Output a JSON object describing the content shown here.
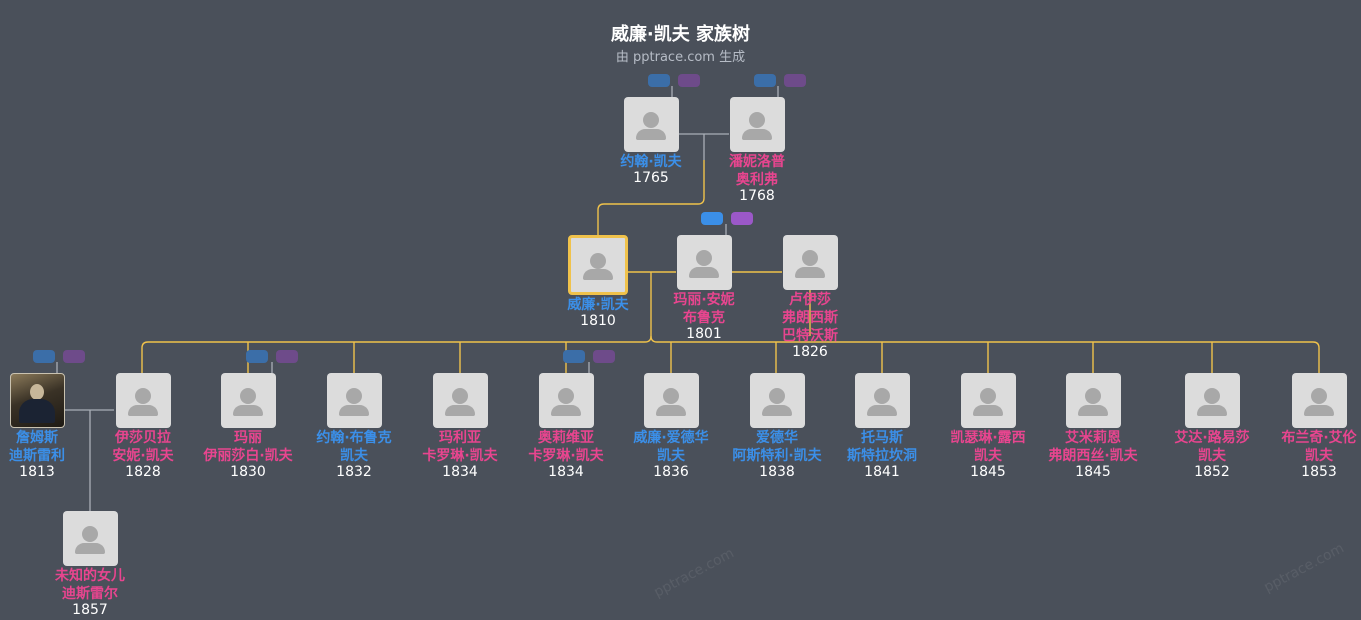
{
  "title": "威廉·凯夫 家族树",
  "subtitle": "由 pptrace.com 生成",
  "watermark": "pptrace.com",
  "people": {
    "p_john": {
      "name": [
        "约翰·凯夫"
      ],
      "year": "1765",
      "gender": "male"
    },
    "p_pan": {
      "name": [
        "潘妮洛普",
        "奥利弗"
      ],
      "year": "1768",
      "gender": "female"
    },
    "p_william": {
      "name": [
        "威廉·凯夫"
      ],
      "year": "1810",
      "gender": "male"
    },
    "p_mary": {
      "name": [
        "玛丽·安妮",
        "布鲁克"
      ],
      "year": "1801",
      "gender": "female"
    },
    "p_lucy": {
      "name": [
        "卢伊莎",
        "弗朗西斯",
        "巴特沃斯"
      ],
      "year": "1826",
      "gender": "female"
    },
    "p_james": {
      "name": [
        "詹姆斯",
        "迪斯雷利"
      ],
      "year": "1813",
      "gender": "male"
    },
    "p_isabella": {
      "name": [
        "伊莎贝拉",
        "安妮·凯夫"
      ],
      "year": "1828",
      "gender": "female"
    },
    "p_maryeliz": {
      "name": [
        "玛丽",
        "伊丽莎白·凯夫"
      ],
      "year": "1830",
      "gender": "female"
    },
    "p_johnb": {
      "name": [
        "约翰·布鲁克",
        "凯夫"
      ],
      "year": "1832",
      "gender": "male"
    },
    "p_maria": {
      "name": [
        "玛利亚",
        "卡罗琳·凯夫"
      ],
      "year": "1834",
      "gender": "female"
    },
    "p_olivia": {
      "name": [
        "奥莉维亚",
        "卡罗琳·凯夫"
      ],
      "year": "1834",
      "gender": "female"
    },
    "p_williame": {
      "name": [
        "威廉·爱德华",
        "凯夫"
      ],
      "year": "1836",
      "gender": "male"
    },
    "p_edward": {
      "name": [
        "爱德华",
        "阿斯特利·凯夫"
      ],
      "year": "1838",
      "gender": "male"
    },
    "p_thomas": {
      "name": [
        "托马斯",
        "斯特拉坎洞"
      ],
      "year": "1841",
      "gender": "male"
    },
    "p_cath": {
      "name": [
        "凯瑟琳·露西",
        "凯夫"
      ],
      "year": "1845",
      "gender": "female"
    },
    "p_emily": {
      "name": [
        "艾米莉恩",
        "弗朗西丝·凯夫"
      ],
      "year": "1845",
      "gender": "female"
    },
    "p_ada": {
      "name": [
        "艾达·路易莎",
        "凯夫"
      ],
      "year": "1852",
      "gender": "female"
    },
    "p_blanche": {
      "name": [
        "布兰奇·艾伦",
        "凯夫"
      ],
      "year": "1853",
      "gender": "female"
    },
    "p_unknown": {
      "name": [
        "未知的女儿",
        "迪斯雷尔"
      ],
      "year": "1857",
      "gender": "female"
    }
  },
  "colors": {
    "background": "#4a505a",
    "male": "#3b8fe8",
    "female": "#e8458f",
    "link_gold": "#f0c24b",
    "link_gray": "#a9aeb6"
  }
}
